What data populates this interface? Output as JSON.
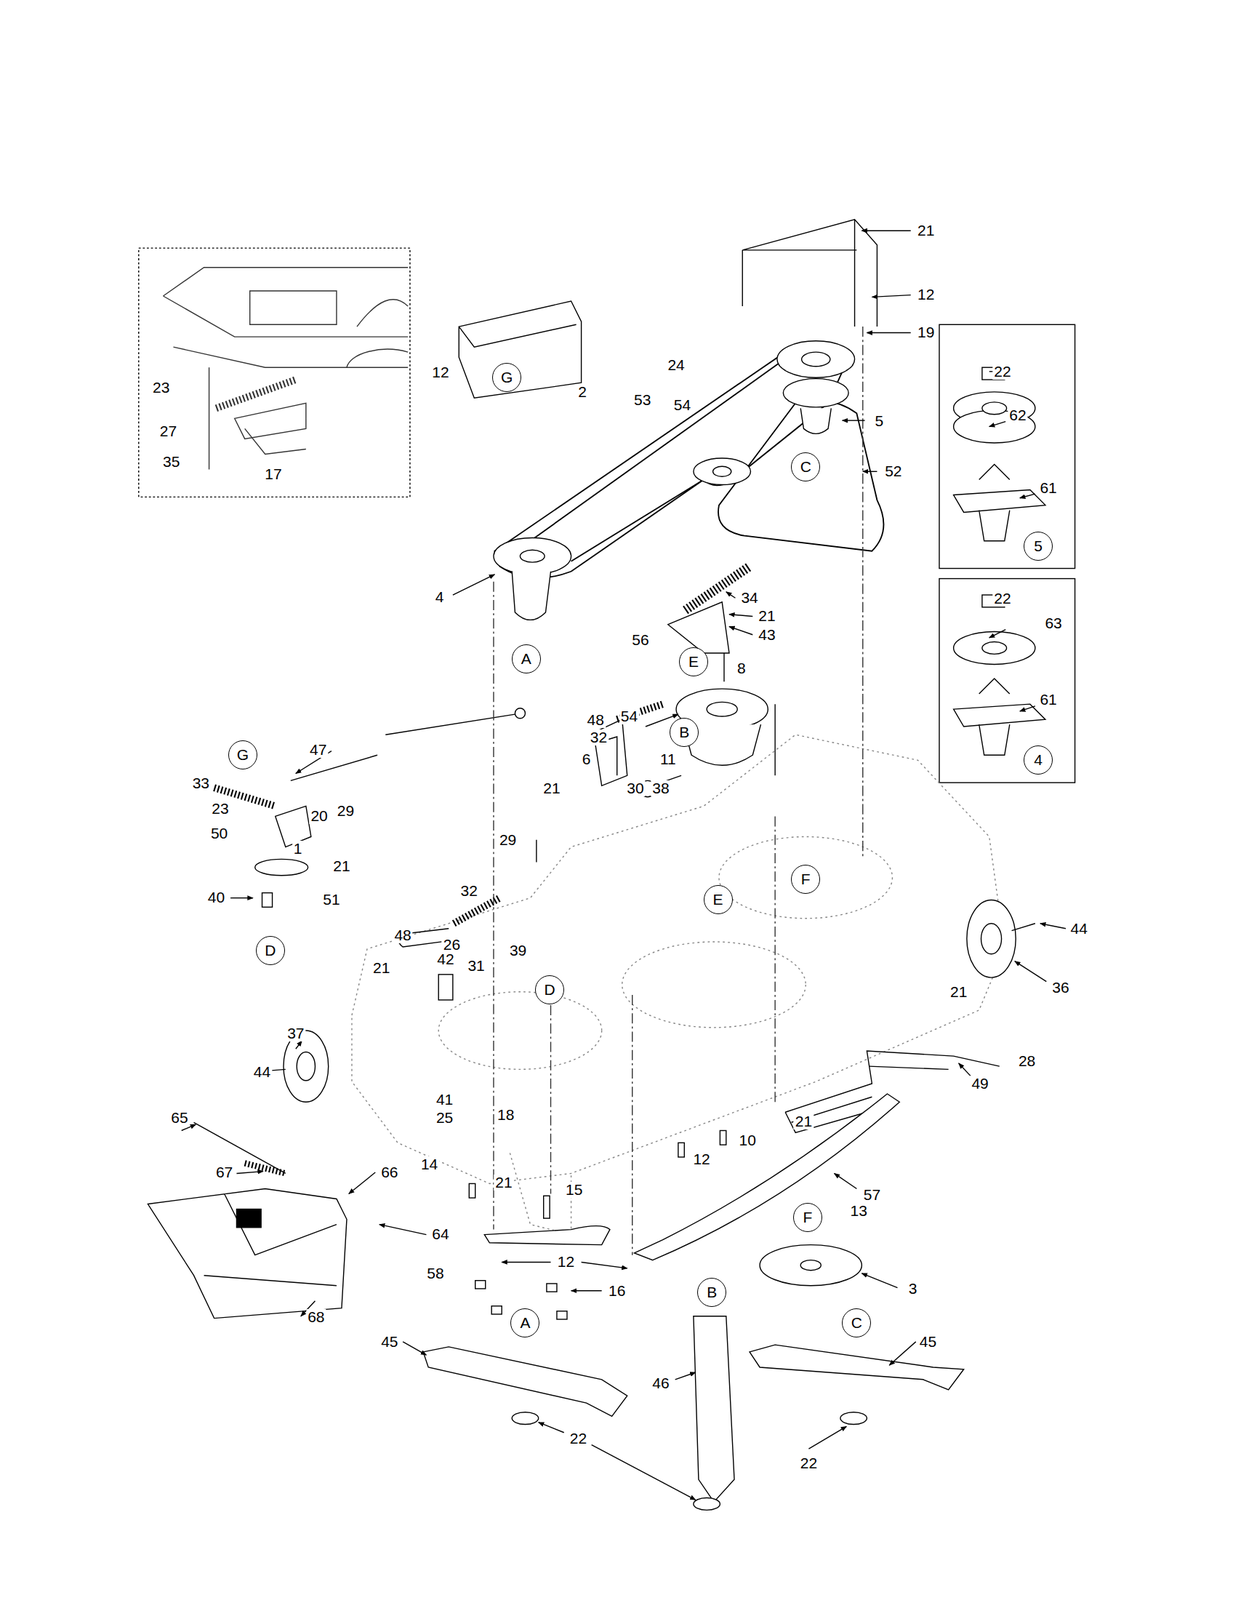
{
  "diagram": {
    "nodes": [
      {
        "text": [
          "G"
        ]
      },
      {
        "text": [
          "C"
        ]
      },
      {
        "text": [
          "A"
        ]
      },
      {
        "text": [
          "E"
        ]
      },
      {
        "text": [
          "B"
        ]
      },
      {
        "text": [
          "G"
        ]
      },
      {
        "text": [
          "F"
        ]
      },
      {
        "text": [
          "D"
        ]
      },
      {
        "text": [
          "E"
        ]
      },
      {
        "text": [
          "D"
        ]
      },
      {
        "text": [
          "F"
        ]
      },
      {
        "text": [
          "B"
        ]
      },
      {
        "text": [
          "A"
        ]
      },
      {
        "text": [
          "C"
        ]
      },
      {
        "text": [
          "5"
        ]
      },
      {
        "text": [
          "4"
        ]
      }
    ],
    "labels": [
      "23",
      "27",
      "35",
      "17",
      "12",
      "2",
      "53",
      "54",
      "24",
      "21",
      "12",
      "19",
      "5",
      "52",
      "22",
      "62",
      "61",
      "22",
      "63",
      "61",
      "4",
      "34",
      "21",
      "43",
      "56",
      "8",
      "54",
      "48",
      "32",
      "6",
      "11",
      "30",
      "38",
      "21",
      "47",
      "33",
      "29",
      "20",
      "23",
      "50",
      "1",
      "21",
      "40",
      "51",
      "29",
      "32",
      "48",
      "26",
      "39",
      "31",
      "42",
      "21",
      "44",
      "36",
      "21",
      "28",
      "49",
      "37",
      "44",
      "41",
      "25",
      "18",
      "12",
      "10",
      "21",
      "14",
      "21",
      "15",
      "57",
      "13",
      "65",
      "67",
      "66",
      "64",
      "58",
      "12",
      "16",
      "3",
      "68",
      "45",
      "46",
      "45",
      "22",
      "22"
    ]
  }
}
